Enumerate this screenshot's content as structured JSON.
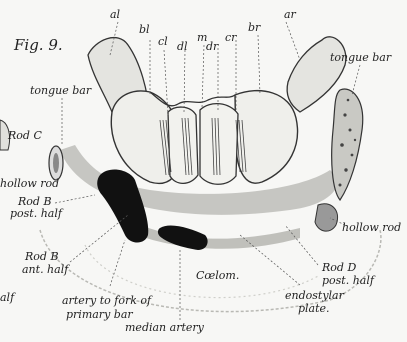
{
  "figure": {
    "title": "Fig. 9."
  },
  "labels": {
    "al_top": "al",
    "ar_top": "ar",
    "bl": "bl",
    "cl": "cl",
    "dl": "dl",
    "m": "m",
    "dr": "dr",
    "cr": "cr",
    "br": "br",
    "tongue_bar_left": "tongue bar",
    "tongue_bar_right": "tongue bar",
    "rod_c": "Rod C",
    "hollow_rod_left": "hollow rod",
    "rod_b_post_1": "Rod B",
    "rod_b_post_2": "post. half",
    "rod_b_ant_1": "Rod B",
    "rod_b_ant_2": "ant. half",
    "alf": "alf",
    "artery_fork_1": "artery to fork of",
    "artery_fork_2": "primary bar",
    "median_artery": "median artery",
    "coelom": "Cœlom.",
    "endostylar_1": "endostylar",
    "endostylar_2": "plate.",
    "rod_d_1": "Rod D",
    "rod_d_2": "post. half",
    "hollow_rod_right": "hollow rod"
  }
}
